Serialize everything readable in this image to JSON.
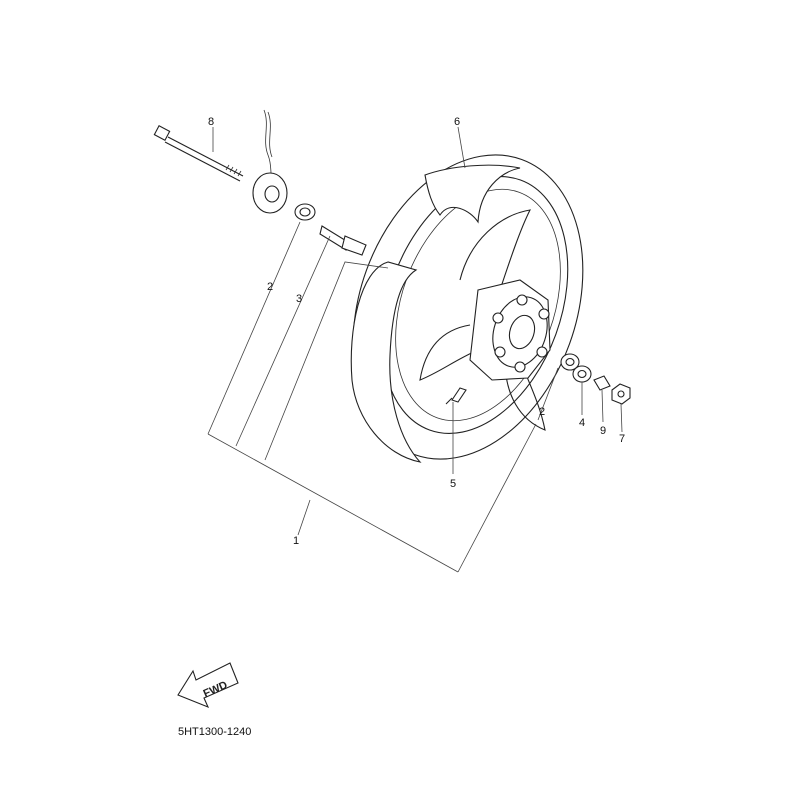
{
  "diagram": {
    "reference_code": "5HT1300-1240",
    "direction_label": "FWD",
    "callouts": {
      "assembly": "1",
      "bearing_left": "2",
      "spacer": "3",
      "oil_seal": "4",
      "valve": "5",
      "tire": "6",
      "nut": "7",
      "axle": "8",
      "collar": "9",
      "bearing_right": "2"
    }
  }
}
